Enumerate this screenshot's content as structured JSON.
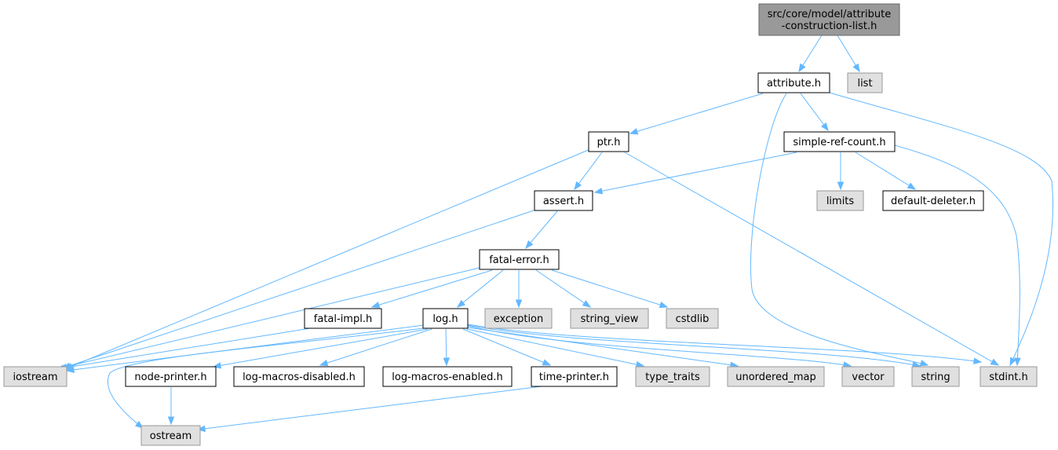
{
  "colors": {
    "edge": "#63b8ff",
    "root_fill": "#999999",
    "root_stroke": "#666666",
    "file_fill": "#ffffff",
    "file_stroke": "#000000",
    "external_fill": "#e0e0e0",
    "external_stroke": "#999999"
  },
  "nodes": [
    {
      "id": "root",
      "kind": "root",
      "lines": [
        "src/core/model/attribute",
        "-construction-list.h"
      ]
    },
    {
      "id": "attribute_h",
      "kind": "file",
      "lines": [
        "attribute.h"
      ]
    },
    {
      "id": "list",
      "kind": "external",
      "lines": [
        "list"
      ]
    },
    {
      "id": "ptr_h",
      "kind": "file",
      "lines": [
        "ptr.h"
      ]
    },
    {
      "id": "simple_ref_count_h",
      "kind": "file",
      "lines": [
        "simple-ref-count.h"
      ]
    },
    {
      "id": "assert_h",
      "kind": "file",
      "lines": [
        "assert.h"
      ]
    },
    {
      "id": "limits",
      "kind": "external",
      "lines": [
        "limits"
      ]
    },
    {
      "id": "default_deleter_h",
      "kind": "file",
      "lines": [
        "default-deleter.h"
      ]
    },
    {
      "id": "fatal_error_h",
      "kind": "file",
      "lines": [
        "fatal-error.h"
      ]
    },
    {
      "id": "fatal_impl_h",
      "kind": "file",
      "lines": [
        "fatal-impl.h"
      ]
    },
    {
      "id": "log_h",
      "kind": "file",
      "lines": [
        "log.h"
      ]
    },
    {
      "id": "exception",
      "kind": "external",
      "lines": [
        "exception"
      ]
    },
    {
      "id": "string_view",
      "kind": "external",
      "lines": [
        "string_view"
      ]
    },
    {
      "id": "cstdlib",
      "kind": "external",
      "lines": [
        "cstdlib"
      ]
    },
    {
      "id": "iostream",
      "kind": "external",
      "lines": [
        "iostream"
      ]
    },
    {
      "id": "node_printer_h",
      "kind": "file",
      "lines": [
        "node-printer.h"
      ]
    },
    {
      "id": "log_macros_disabled_h",
      "kind": "file",
      "lines": [
        "log-macros-disabled.h"
      ]
    },
    {
      "id": "log_macros_enabled_h",
      "kind": "file",
      "lines": [
        "log-macros-enabled.h"
      ]
    },
    {
      "id": "time_printer_h",
      "kind": "file",
      "lines": [
        "time-printer.h"
      ]
    },
    {
      "id": "type_traits",
      "kind": "external",
      "lines": [
        "type_traits"
      ]
    },
    {
      "id": "unordered_map",
      "kind": "external",
      "lines": [
        "unordered_map"
      ]
    },
    {
      "id": "vector",
      "kind": "external",
      "lines": [
        "vector"
      ]
    },
    {
      "id": "string",
      "kind": "external",
      "lines": [
        "string"
      ]
    },
    {
      "id": "stdint_h",
      "kind": "external",
      "lines": [
        "stdint.h"
      ]
    },
    {
      "id": "ostream",
      "kind": "external",
      "lines": [
        "ostream"
      ]
    }
  ],
  "edges": [
    {
      "from": "root",
      "to": "attribute_h"
    },
    {
      "from": "root",
      "to": "list"
    },
    {
      "from": "attribute_h",
      "to": "ptr_h"
    },
    {
      "from": "attribute_h",
      "to": "simple_ref_count_h"
    },
    {
      "from": "attribute_h",
      "to": "string"
    },
    {
      "from": "attribute_h",
      "to": "stdint_h"
    },
    {
      "from": "ptr_h",
      "to": "assert_h"
    },
    {
      "from": "ptr_h",
      "to": "iostream"
    },
    {
      "from": "ptr_h",
      "to": "stdint_h"
    },
    {
      "from": "simple_ref_count_h",
      "to": "assert_h"
    },
    {
      "from": "simple_ref_count_h",
      "to": "limits"
    },
    {
      "from": "simple_ref_count_h",
      "to": "default_deleter_h"
    },
    {
      "from": "simple_ref_count_h",
      "to": "stdint_h"
    },
    {
      "from": "assert_h",
      "to": "fatal_error_h"
    },
    {
      "from": "assert_h",
      "to": "iostream"
    },
    {
      "from": "fatal_error_h",
      "to": "fatal_impl_h"
    },
    {
      "from": "fatal_error_h",
      "to": "log_h"
    },
    {
      "from": "fatal_error_h",
      "to": "exception"
    },
    {
      "from": "fatal_error_h",
      "to": "string_view"
    },
    {
      "from": "fatal_error_h",
      "to": "cstdlib"
    },
    {
      "from": "fatal_error_h",
      "to": "iostream"
    },
    {
      "from": "fatal_impl_h",
      "to": "iostream"
    },
    {
      "from": "log_h",
      "to": "iostream"
    },
    {
      "from": "log_h",
      "to": "ostream"
    },
    {
      "from": "log_h",
      "to": "node_printer_h"
    },
    {
      "from": "log_h",
      "to": "log_macros_disabled_h"
    },
    {
      "from": "log_h",
      "to": "log_macros_enabled_h"
    },
    {
      "from": "log_h",
      "to": "time_printer_h"
    },
    {
      "from": "log_h",
      "to": "type_traits"
    },
    {
      "from": "log_h",
      "to": "unordered_map"
    },
    {
      "from": "log_h",
      "to": "vector"
    },
    {
      "from": "log_h",
      "to": "string"
    },
    {
      "from": "log_h",
      "to": "stdint_h"
    },
    {
      "from": "node_printer_h",
      "to": "ostream"
    },
    {
      "from": "time_printer_h",
      "to": "ostream"
    }
  ]
}
